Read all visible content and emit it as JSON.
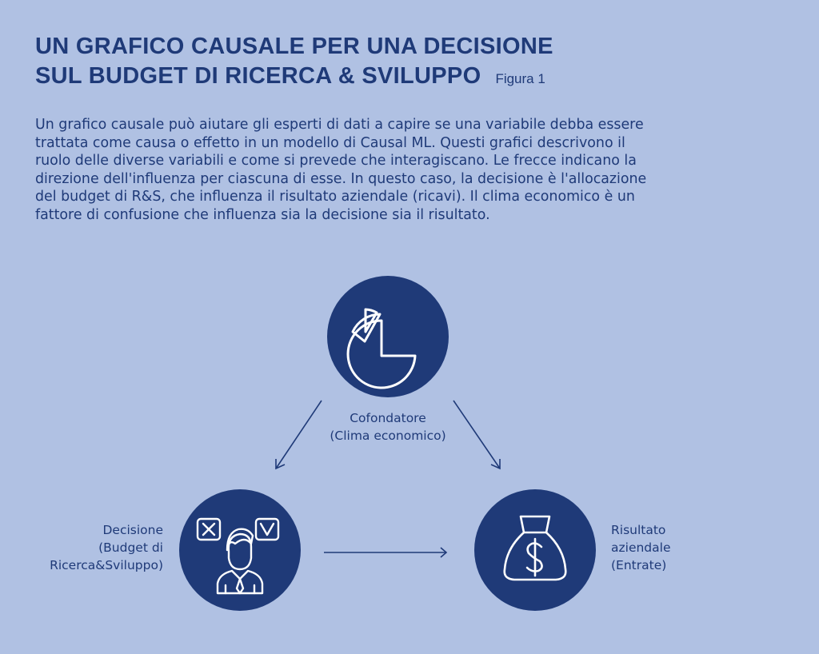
{
  "title": {
    "line1": "UN GRAFICO CAUSALE PER UNA DECISIONE",
    "line2": "SUL BUDGET DI RICERCA & SVILUPPO",
    "figure_label": "Figura 1"
  },
  "intro_lines": [
    "Un grafico causale può aiutare gli esperti di dati a capire se una variabile debba essere",
    "trattata come causa o effetto in un modello di Causal ML. Questi grafici descrivono il",
    "ruolo delle diverse variabili e come si prevede che interagiscano. Le frecce indicano la",
    "direzione dell'influenza per ciascuna di esse. In questo caso, la decisione è l'allocazione",
    "del budget di R&S, che influenza il risultato aziendale (ricavi). Il clima economico è un",
    "fattore di confusione che influenza sia la decisione sia il risultato."
  ],
  "nodes": {
    "confounder": {
      "line1": "Cofondatore",
      "line2": "(Clima economico)",
      "icon": "pie-chart-icon"
    },
    "decision": {
      "line1": "Decisione",
      "line2": "(Budget di",
      "line3": "Ricerca&Sviluppo)",
      "icon": "businessman-decision-icon"
    },
    "outcome": {
      "line1": "Risultato",
      "line2": "aziendale",
      "line3": "(Entrate)",
      "icon": "money-bag-icon"
    }
  },
  "colors": {
    "background": "#b0c1e3",
    "accent": "#1f3a78"
  }
}
